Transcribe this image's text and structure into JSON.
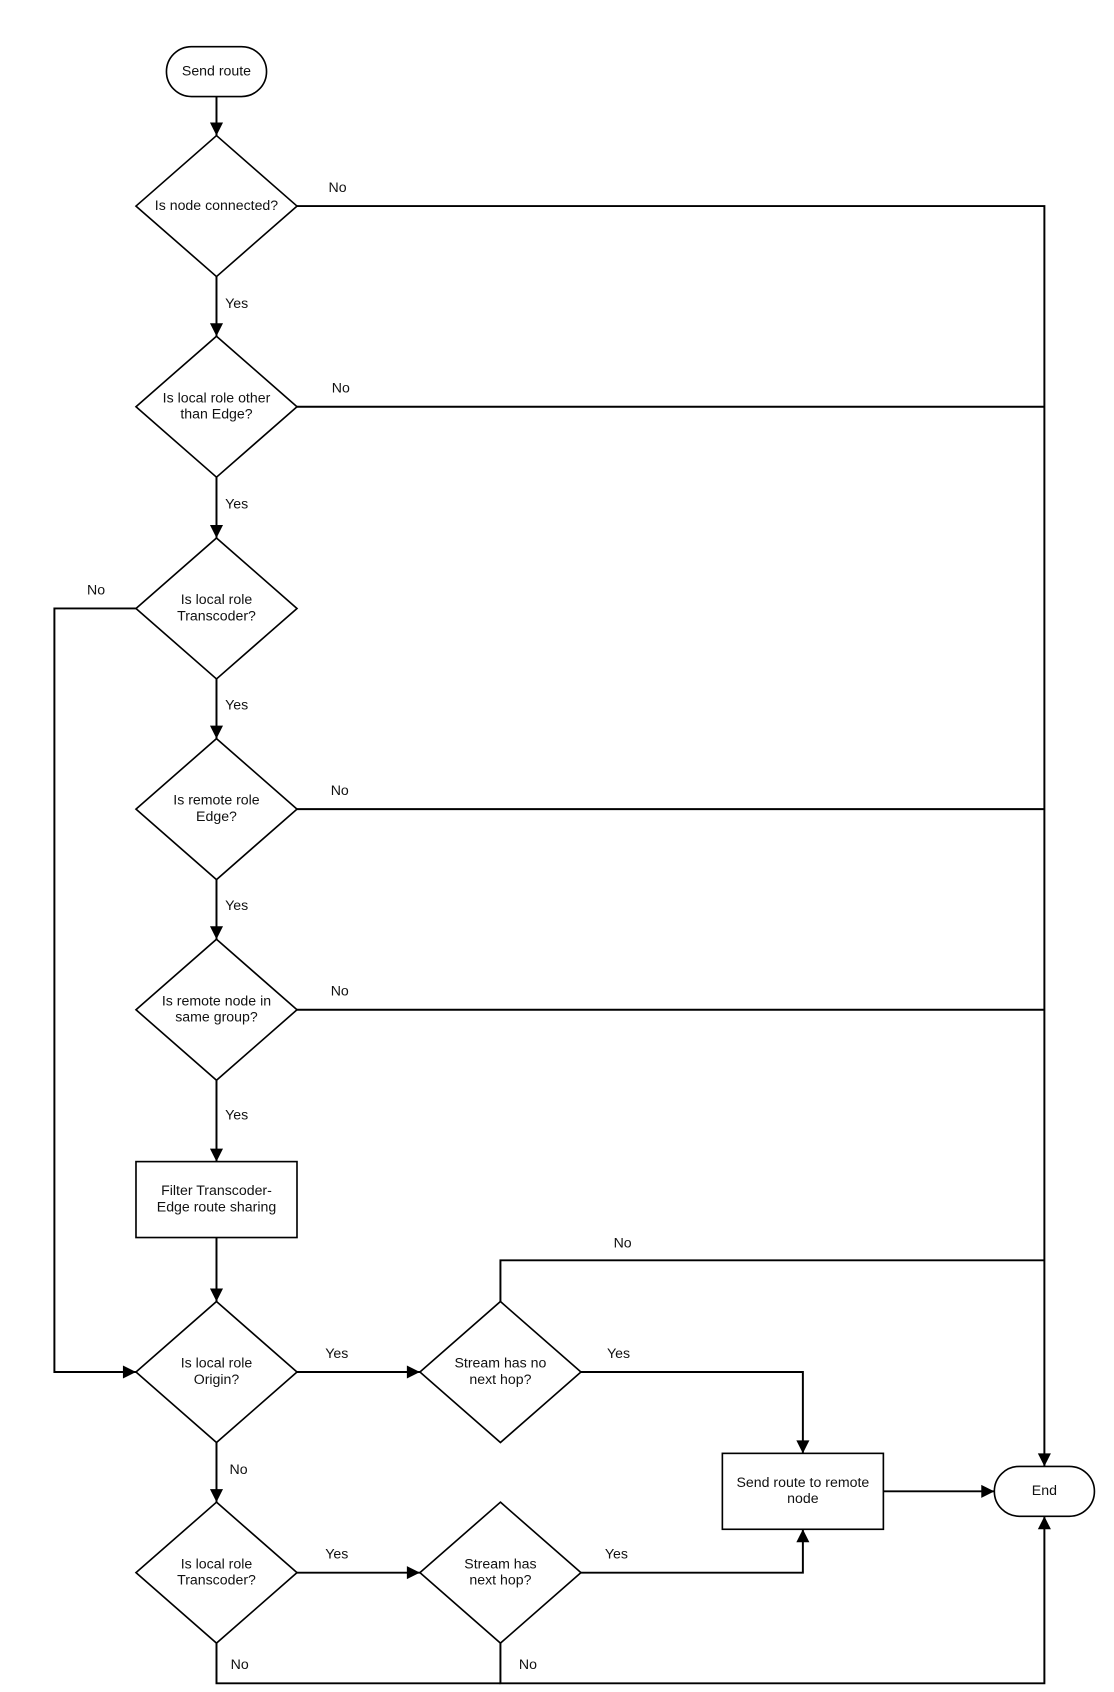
{
  "diagram": {
    "nodes": [
      {
        "id": "start",
        "type": "terminator",
        "lines": [
          "Send route"
        ]
      },
      {
        "id": "d1",
        "type": "decision",
        "lines": [
          "Is node connected?"
        ]
      },
      {
        "id": "d2",
        "type": "decision",
        "lines": [
          "Is local role other",
          "than Edge?"
        ]
      },
      {
        "id": "d3",
        "type": "decision",
        "lines": [
          "Is local role",
          "Transcoder?"
        ]
      },
      {
        "id": "d4",
        "type": "decision",
        "lines": [
          "Is remote role",
          "Edge?"
        ]
      },
      {
        "id": "d5",
        "type": "decision",
        "lines": [
          "Is remote node in",
          "same group?"
        ]
      },
      {
        "id": "p1",
        "type": "process",
        "lines": [
          "Filter Transcoder-",
          "Edge route sharing"
        ]
      },
      {
        "id": "d6",
        "type": "decision",
        "lines": [
          "Is local role",
          "Origin?"
        ]
      },
      {
        "id": "d7",
        "type": "decision",
        "lines": [
          "Stream has no",
          "next hop?"
        ]
      },
      {
        "id": "d8",
        "type": "decision",
        "lines": [
          "Is local role",
          "Transcoder?"
        ]
      },
      {
        "id": "d9",
        "type": "decision",
        "lines": [
          "Stream has",
          "next hop?"
        ]
      },
      {
        "id": "p2",
        "type": "process",
        "lines": [
          "Send route to remote",
          "node"
        ]
      },
      {
        "id": "end",
        "type": "terminator",
        "lines": [
          "End"
        ]
      }
    ],
    "edges": [
      {
        "id": "e-start-d1",
        "from": "start",
        "to": "d1",
        "label": ""
      },
      {
        "id": "e-d1-d2",
        "from": "d1",
        "to": "d2",
        "label": "Yes"
      },
      {
        "id": "e-d1-end",
        "from": "d1",
        "to": "end",
        "label": "No"
      },
      {
        "id": "e-d2-d3",
        "from": "d2",
        "to": "d3",
        "label": "Yes"
      },
      {
        "id": "e-d2-end",
        "from": "d2",
        "to": "end",
        "label": "No"
      },
      {
        "id": "e-d3-d4",
        "from": "d3",
        "to": "d4",
        "label": "Yes"
      },
      {
        "id": "e-d3-d6",
        "from": "d3",
        "to": "d6",
        "label": "No"
      },
      {
        "id": "e-d4-d5",
        "from": "d4",
        "to": "d5",
        "label": "Yes"
      },
      {
        "id": "e-d4-end",
        "from": "d4",
        "to": "end",
        "label": "No"
      },
      {
        "id": "e-d5-p1",
        "from": "d5",
        "to": "p1",
        "label": "Yes"
      },
      {
        "id": "e-d5-end",
        "from": "d5",
        "to": "end",
        "label": "No"
      },
      {
        "id": "e-p1-d6",
        "from": "p1",
        "to": "d6",
        "label": ""
      },
      {
        "id": "e-d6-d7",
        "from": "d6",
        "to": "d7",
        "label": "Yes"
      },
      {
        "id": "e-d6-d8",
        "from": "d6",
        "to": "d8",
        "label": "No"
      },
      {
        "id": "e-d7-p2",
        "from": "d7",
        "to": "p2",
        "label": "Yes"
      },
      {
        "id": "e-d7-end",
        "from": "d7",
        "to": "end",
        "label": "No"
      },
      {
        "id": "e-d8-d9",
        "from": "d8",
        "to": "d9",
        "label": "Yes"
      },
      {
        "id": "e-d8-end",
        "from": "d8",
        "to": "end",
        "label": "No"
      },
      {
        "id": "e-d9-p2",
        "from": "d9",
        "to": "p2",
        "label": "Yes"
      },
      {
        "id": "e-d9-end",
        "from": "d9",
        "to": "end",
        "label": "No"
      },
      {
        "id": "e-p2-end",
        "from": "p2",
        "to": "end",
        "label": ""
      }
    ]
  }
}
